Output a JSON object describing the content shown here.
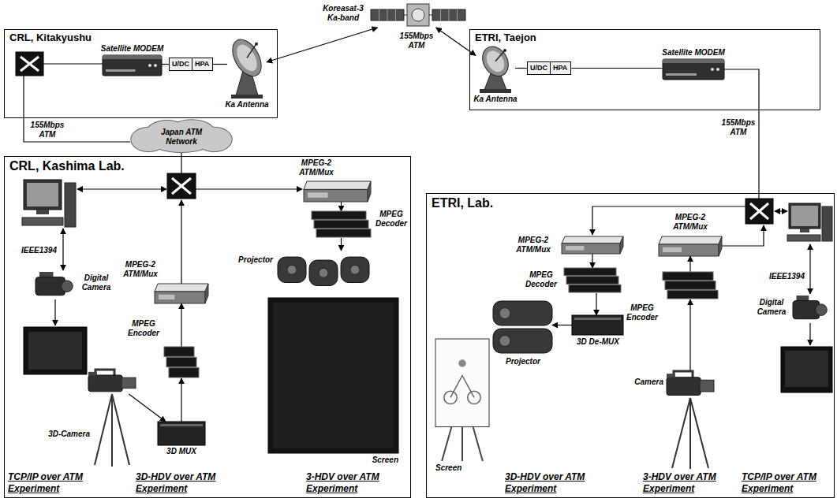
{
  "diagram": {
    "nodes": [
      {
        "text": [
          "Koreasat-3 Ka-band"
        ]
      },
      {
        "text": [
          "CRL, Kitakyushu"
        ]
      },
      {
        "text": [
          "Satellite MODEM"
        ],
        "in": 1
      },
      {
        "text": [
          "U/DC",
          "HPA"
        ],
        "in": 1
      },
      {
        "text": [
          "Ka Antenna"
        ],
        "in": 1
      },
      {
        "text": [
          "ETRI, Taejon"
        ]
      },
      {
        "text": [
          "Ka Antenna"
        ],
        "in": 5
      },
      {
        "text": [
          "U/DC",
          "HPA"
        ],
        "in": 5
      },
      {
        "text": [
          "Satellite MODEM"
        ],
        "in": 5
      },
      {
        "text": [
          "Japan ATM Network"
        ]
      },
      {
        "text": [
          "CRL, Kashima Lab."
        ]
      },
      {
        "text": [
          "MPEG-2 ATM/Mux"
        ],
        "in": 10
      },
      {
        "text": [
          "MPEG Decoder"
        ],
        "in": 10
      },
      {
        "text": [
          "Projector"
        ],
        "in": 10
      },
      {
        "text": [
          "Digital Camera"
        ],
        "in": 10
      },
      {
        "text": [
          "MPEG-2 ATM/Mux"
        ],
        "in": 10
      },
      {
        "text": [
          "MPEG Encoder"
        ],
        "in": 10
      },
      {
        "text": [
          "Screen"
        ],
        "in": 10
      },
      {
        "text": [
          "3D-Camera"
        ],
        "in": 10
      },
      {
        "text": [
          "3D MUX"
        ],
        "in": 10
      },
      {
        "text": [
          "ETRI, Lab."
        ]
      },
      {
        "text": [
          "MPEG-2 ATM/Mux"
        ],
        "in": 20
      },
      {
        "text": [
          "MPEG-2 ATM/Mux"
        ],
        "in": 20
      },
      {
        "text": [
          "MPEG Decoder"
        ],
        "in": 20
      },
      {
        "text": [
          "MPEG Encoder"
        ],
        "in": 20
      },
      {
        "text": [
          "Digital Camera"
        ],
        "in": 20
      },
      {
        "text": [
          "3D De-MUX"
        ],
        "in": 20
      },
      {
        "text": [
          "Projector"
        ],
        "in": 20
      },
      {
        "text": [
          "Camera"
        ],
        "in": 20
      },
      {
        "text": [
          "Screen"
        ],
        "in": 20
      }
    ],
    "edges": [
      {
        "from": 4,
        "to": 0,
        "arrow": "both"
      },
      {
        "from": 0,
        "to": 6,
        "arrow": "both"
      },
      {
        "from": 1,
        "to": 9,
        "label": "155Mbps ATM",
        "arrow": "none"
      },
      {
        "from": 9,
        "to": 10,
        "arrow": "none"
      },
      {
        "from": 2,
        "to": 3,
        "arrow": "none"
      },
      {
        "from": 3,
        "to": 4,
        "arrow": "none"
      },
      {
        "from": 6,
        "to": 7,
        "arrow": "none"
      },
      {
        "from": 7,
        "to": 8,
        "arrow": "none"
      },
      {
        "from": 8,
        "to": 20,
        "label": "155Mbps ATM",
        "arrow": "none"
      },
      {
        "from": 18,
        "to": 19,
        "arrow": "to"
      },
      {
        "from": 19,
        "to": 16,
        "arrow": "to"
      },
      {
        "from": 16,
        "to": 15,
        "arrow": "to"
      },
      {
        "from": 11,
        "to": 12,
        "arrow": "to"
      },
      {
        "from": 12,
        "to": 13,
        "arrow": "to"
      },
      {
        "from": 22,
        "to": 23,
        "arrow": "to"
      },
      {
        "from": 23,
        "to": 26,
        "arrow": "to"
      },
      {
        "from": 26,
        "to": 27,
        "arrow": "to"
      },
      {
        "from": 24,
        "to": 21,
        "arrow": "to"
      },
      {
        "from": 28,
        "to": 24,
        "arrow": "to"
      }
    ],
    "labels": [
      "155Mbps ATM",
      "IEEE1394",
      "TCP/IP over ATM Experiment",
      "3D-HDV over ATM Experiment",
      "3-HDV over ATM Experiment",
      "IEEE1394",
      "3D-HDV over ATM Experiment",
      "3-HDV over ATM Experiment",
      "TCP/IP over ATM Experiment"
    ]
  }
}
